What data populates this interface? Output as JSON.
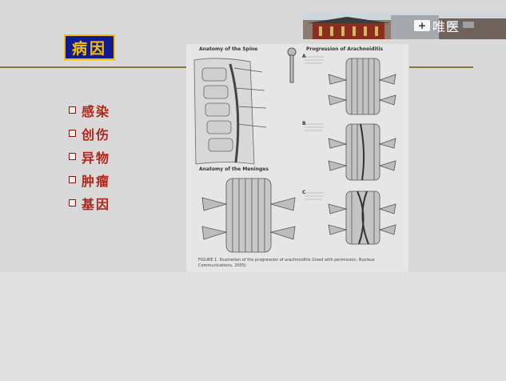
{
  "slide": {
    "title": "病因",
    "bullets": [
      "感染",
      "创伤",
      "异物",
      "肿瘤",
      "基因"
    ]
  },
  "figure": {
    "heading_spine": "Anatomy of the Spine",
    "heading_progression": "Progression of Arachnoiditis",
    "heading_meninges": "Anatomy of the Meninges",
    "caption": "FIGURE 1. Illustration of the progression of arachnoiditis (Used with permission, Nucleus Communications, 2005)",
    "panel_labels": [
      "A",
      "B",
      "C"
    ]
  },
  "watermark": {
    "logo_mark": "+",
    "logo_text": "唯医"
  }
}
